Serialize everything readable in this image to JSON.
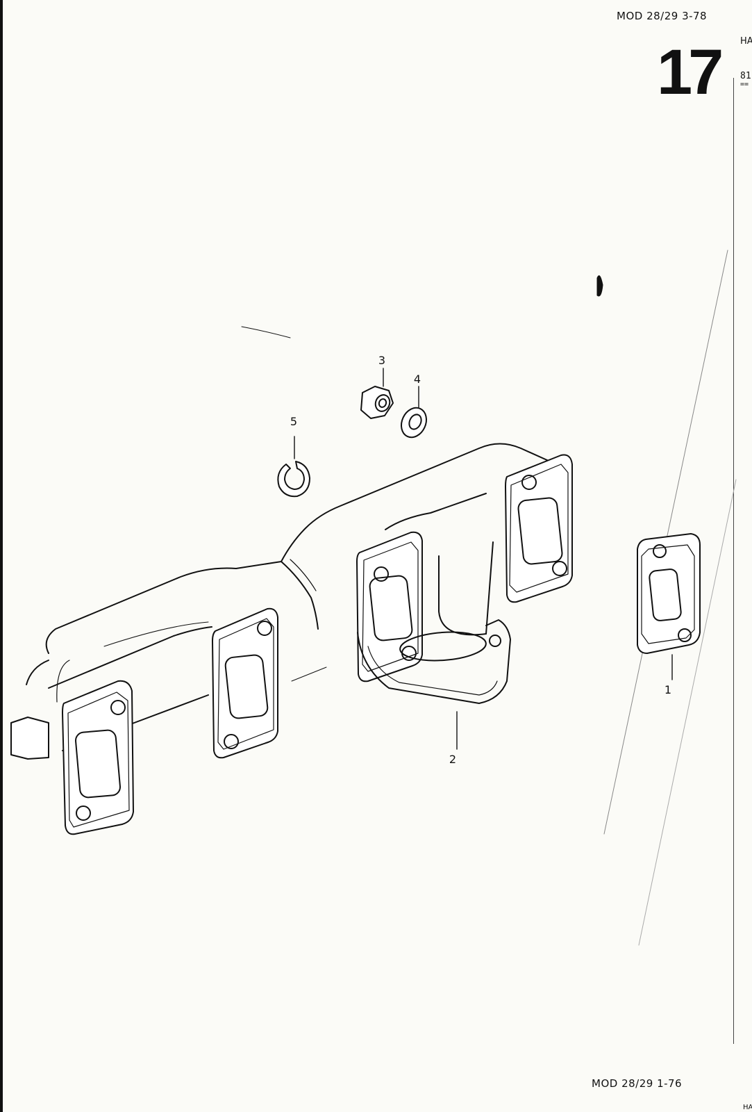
{
  "header": {
    "model_code": "MOD 28/29 3-78",
    "page_number": "17"
  },
  "edge_text": {
    "top_line": "HA",
    "second_line": "81",
    "rule": "=="
  },
  "footer": {
    "model_code": "MOD 28/29 1-76",
    "edge_line": "HA"
  },
  "parts": [
    {
      "id": "part-1",
      "label": "1"
    },
    {
      "id": "part-2",
      "label": "2"
    },
    {
      "id": "part-3",
      "label": "3"
    },
    {
      "id": "part-4",
      "label": "4"
    },
    {
      "id": "part-5",
      "label": "5"
    }
  ]
}
